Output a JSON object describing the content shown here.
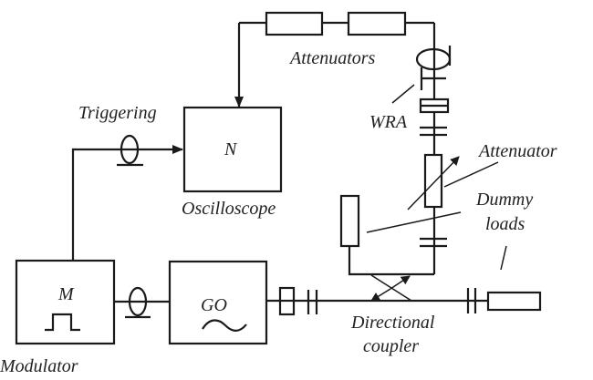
{
  "diagram": {
    "labels": {
      "attenuators": "Attenuators",
      "wra": "WRA",
      "attenuator": "Attenuator",
      "dummy_loads_line1": "Dummy",
      "dummy_loads_line2": "loads",
      "triggering": "Triggering",
      "oscilloscope": "Oscilloscope",
      "oscilloscope_symbol": "N",
      "modulator": "Modulator",
      "modulator_symbol": "M",
      "generator_symbol": "GO",
      "directional_coupler_line1": "Directional",
      "directional_coupler_line2": "coupler"
    },
    "components": [
      {
        "id": "modulator",
        "name": "Modulator",
        "symbol": "M",
        "icon": "pulse-icon"
      },
      {
        "id": "generator",
        "name": "GO",
        "icon": "sine-wave-icon"
      },
      {
        "id": "oscilloscope",
        "name": "Oscilloscope",
        "symbol": "N"
      },
      {
        "id": "attenuators",
        "name": "Attenuators",
        "count": 2
      },
      {
        "id": "variable-attenuator",
        "name": "Attenuator"
      },
      {
        "id": "wra",
        "name": "WRA"
      },
      {
        "id": "directional-coupler",
        "name": "Directional coupler"
      },
      {
        "id": "dummy-loads",
        "name": "Dummy loads",
        "count": 2
      }
    ],
    "colors": {
      "stroke": "#1a1a1a",
      "text": "#222222",
      "background": "#ffffff"
    }
  }
}
